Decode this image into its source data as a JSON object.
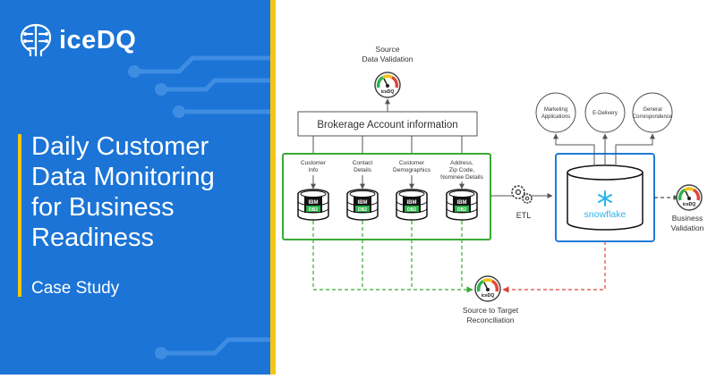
{
  "brand": {
    "name": "iceDQ"
  },
  "title": {
    "lines": [
      "Daily Customer",
      "Data Monitoring",
      "for Business",
      "Readiness"
    ],
    "subtitle": "Case Study"
  },
  "diagram": {
    "source_validation": [
      "Source",
      "Data Validation"
    ],
    "brokerage_box": "Brokerage Account information",
    "db_fields": [
      [
        "Customer",
        "Info"
      ],
      [
        "Contact",
        "Details"
      ],
      [
        "Customer",
        "Demographics"
      ],
      [
        "Address,",
        "Zip Code,",
        "Nominee Details"
      ]
    ],
    "db_brand": "IBM",
    "db_label": "DB2",
    "etl_label": "ETL",
    "snowflake_label": "snowflake",
    "downstream": [
      [
        "Marketing",
        "Applications"
      ],
      [
        "E-Delivery"
      ],
      [
        "General",
        "Correspondence"
      ]
    ],
    "business_validation": [
      "Business",
      "Validation"
    ],
    "reconciliation": [
      "Source to Target",
      "Reconciliation"
    ],
    "gauge_brand": "iceDQ"
  },
  "colors": {
    "brand_blue": "#1b74d6",
    "accent_yellow": "#f5c514",
    "source_green": "#3aaa35",
    "target_blue": "#1f7bd6",
    "recon_red": "#e0453a"
  }
}
